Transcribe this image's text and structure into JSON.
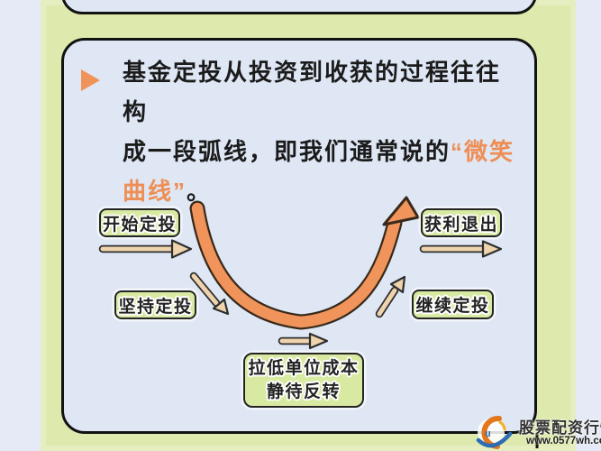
{
  "intro": {
    "line1": "基金定投从投资到收获的过程往往构",
    "line2_black": "成一段弧线，即我们通常说的",
    "line2_orange": "“微笑",
    "line3_orange": "曲线”",
    "line3_black": "。"
  },
  "diagram": {
    "node_start": "开始定投",
    "node_persist": "坚持定投",
    "node_bottom_line1": "拉低单位成本",
    "node_bottom_line2": "静待反转",
    "node_continue": "继续定投",
    "node_profit": "获利退出",
    "colors": {
      "curve_orange": "#f0945c",
      "curve_outline": "#39291a",
      "node_green": "#d8eaa2",
      "arrow_tan": "#eed3ad",
      "accent_orange": "#ee8e55",
      "panel_green": "#dde9ad",
      "card_blue": "#dfe7f5"
    }
  },
  "watermark": {
    "title": "股票配资行情",
    "url": "www.0577wh.com"
  }
}
